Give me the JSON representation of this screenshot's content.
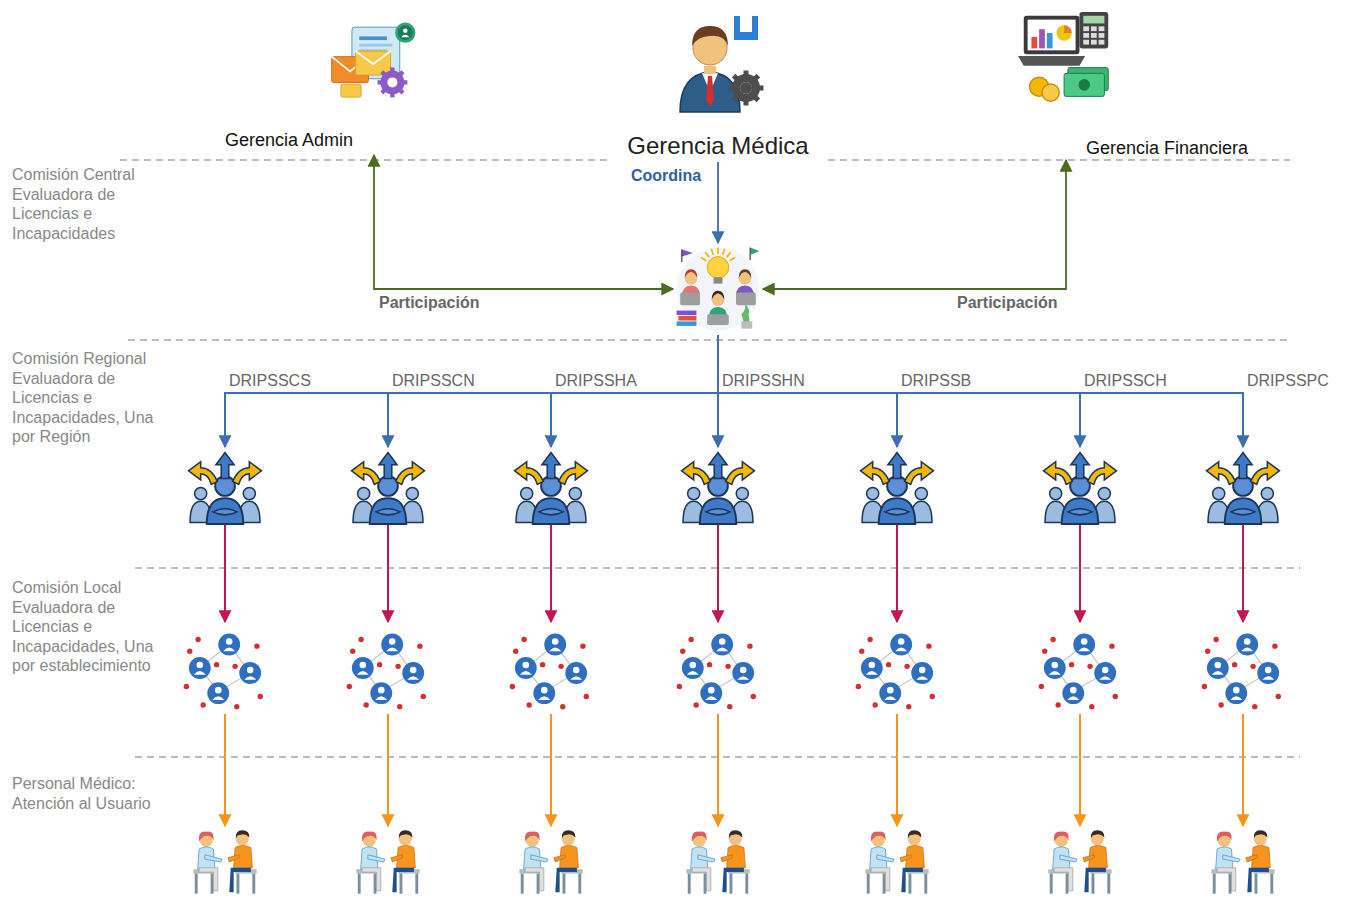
{
  "diagram": {
    "nodes": [
      {
        "text": [
          "Gerencia Admin"
        ]
      },
      {
        "text": [
          "Gerencia Médica"
        ]
      },
      {
        "text": [
          "Gerencia Financiera"
        ]
      },
      {
        "text": []
      },
      {
        "text": [
          "DRIPSSCS"
        ]
      },
      {
        "text": [
          "DRIPSSCN"
        ]
      },
      {
        "text": [
          "DRIPSSHA"
        ]
      },
      {
        "text": [
          "DRIPSSHN"
        ]
      },
      {
        "text": [
          "DRIPSSB"
        ]
      },
      {
        "text": [
          "DRIPSSCH"
        ]
      },
      {
        "text": [
          "DRIPSSPC"
        ]
      },
      {
        "text": []
      },
      {
        "text": []
      },
      {
        "text": []
      },
      {
        "text": []
      },
      {
        "text": []
      },
      {
        "text": []
      },
      {
        "text": []
      },
      {
        "text": []
      },
      {
        "text": []
      },
      {
        "text": []
      },
      {
        "text": []
      },
      {
        "text": []
      },
      {
        "text": []
      },
      {
        "text": []
      }
    ],
    "edges": [
      {
        "from": 1,
        "to": 3,
        "arrow": "to",
        "label": "Coordina"
      },
      {
        "from": 3,
        "to": 0,
        "arrow": "both",
        "label": "Participación"
      },
      {
        "from": 3,
        "to": 2,
        "arrow": "both",
        "label": "Participación"
      },
      {
        "from": 3,
        "to": 4,
        "arrow": "to"
      },
      {
        "from": 3,
        "to": 5,
        "arrow": "to"
      },
      {
        "from": 3,
        "to": 6,
        "arrow": "to"
      },
      {
        "from": 3,
        "to": 7,
        "arrow": "to"
      },
      {
        "from": 3,
        "to": 8,
        "arrow": "to"
      },
      {
        "from": 3,
        "to": 9,
        "arrow": "to"
      },
      {
        "from": 3,
        "to": 10,
        "arrow": "to"
      },
      {
        "from": 4,
        "to": 11,
        "arrow": "to"
      },
      {
        "from": 5,
        "to": 12,
        "arrow": "to"
      },
      {
        "from": 6,
        "to": 13,
        "arrow": "to"
      },
      {
        "from": 7,
        "to": 14,
        "arrow": "to"
      },
      {
        "from": 8,
        "to": 15,
        "arrow": "to"
      },
      {
        "from": 9,
        "to": 16,
        "arrow": "to"
      },
      {
        "from": 10,
        "to": 17,
        "arrow": "to"
      },
      {
        "from": 11,
        "to": 18,
        "arrow": "to"
      },
      {
        "from": 12,
        "to": 19,
        "arrow": "to"
      },
      {
        "from": 13,
        "to": 20,
        "arrow": "to"
      },
      {
        "from": 14,
        "to": 21,
        "arrow": "to"
      },
      {
        "from": 15,
        "to": 22,
        "arrow": "to"
      },
      {
        "from": 16,
        "to": 23,
        "arrow": "to"
      },
      {
        "from": 17,
        "to": 24,
        "arrow": "to"
      }
    ],
    "labels": [
      "Comisión Central Evaluadora de Licencias e Incapacidades",
      "Comisión Regional Evaluadora de Licencias e Incapacidades, Una por Región",
      "Comisión Local Evaluadora de Licencias e Incapacidades, Una por establecimiento",
      "Personal Médico: Atención al Usuario"
    ]
  }
}
